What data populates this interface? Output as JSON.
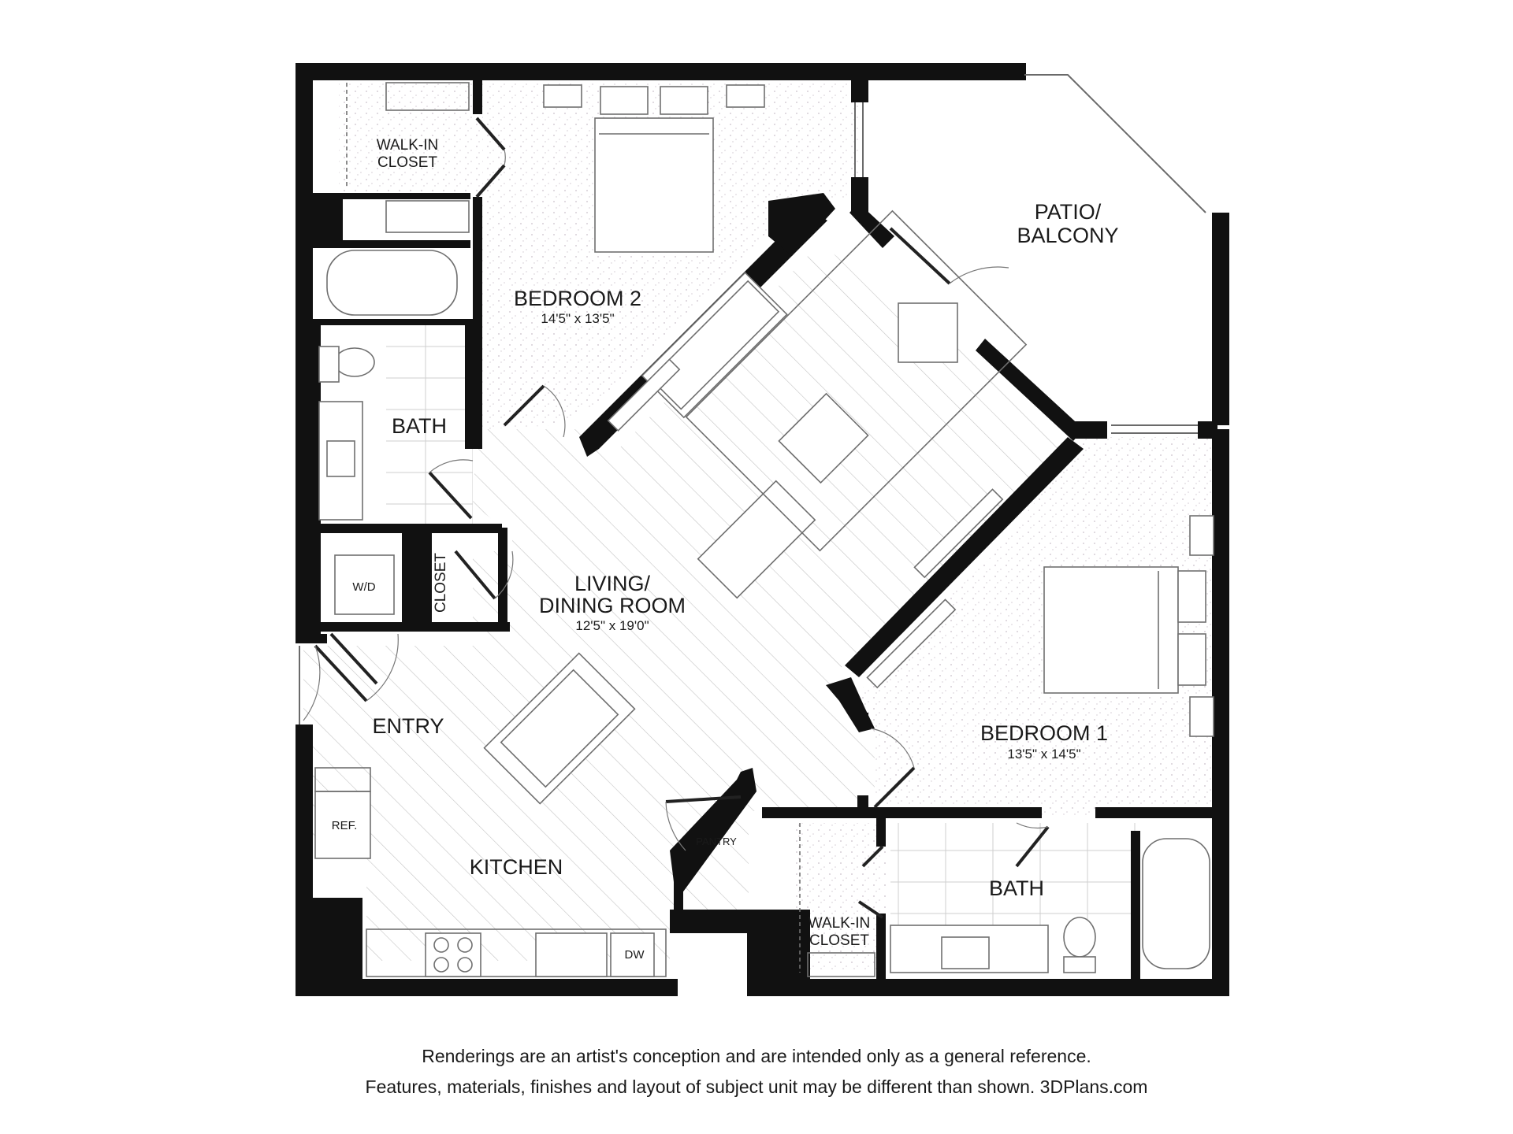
{
  "rooms": {
    "walkin_closet_2": {
      "line1": "WALK-IN",
      "line2": "CLOSET"
    },
    "bedroom_2": {
      "name": "BEDROOM 2",
      "dims": "14'5\" x 13'5\""
    },
    "patio": {
      "line1": "PATIO/",
      "line2": "BALCONY"
    },
    "bath_2": {
      "name": "BATH"
    },
    "living": {
      "line1": "LIVING/",
      "line2": "DINING ROOM",
      "dims": "12'5\" x 19'0\""
    },
    "closet": {
      "name": "CLOSET"
    },
    "entry": {
      "name": "ENTRY"
    },
    "kitchen": {
      "name": "KITCHEN"
    },
    "bedroom_1": {
      "name": "BEDROOM 1",
      "dims": "13'5\" x 14'5\""
    },
    "bath_1": {
      "name": "BATH"
    },
    "walkin_closet_1": {
      "line1": "WALK-IN",
      "line2": "CLOSET"
    }
  },
  "fixtures": {
    "washer_dryer": "W/D",
    "refrigerator": "REF.",
    "pantry": "PANTRY",
    "dishwasher": "DW"
  },
  "disclaimer": {
    "line1": "Renderings are an artist's conception and are intended only as a general reference.",
    "line2": "Features, materials, finishes and layout of subject unit may be different than shown. 3DPlans.com"
  },
  "colors": {
    "wall": "#111111",
    "floor_line": "#bdbdbd",
    "carpet_speckle": "#c9bfc9",
    "furniture_stroke": "#6f6f6f"
  }
}
